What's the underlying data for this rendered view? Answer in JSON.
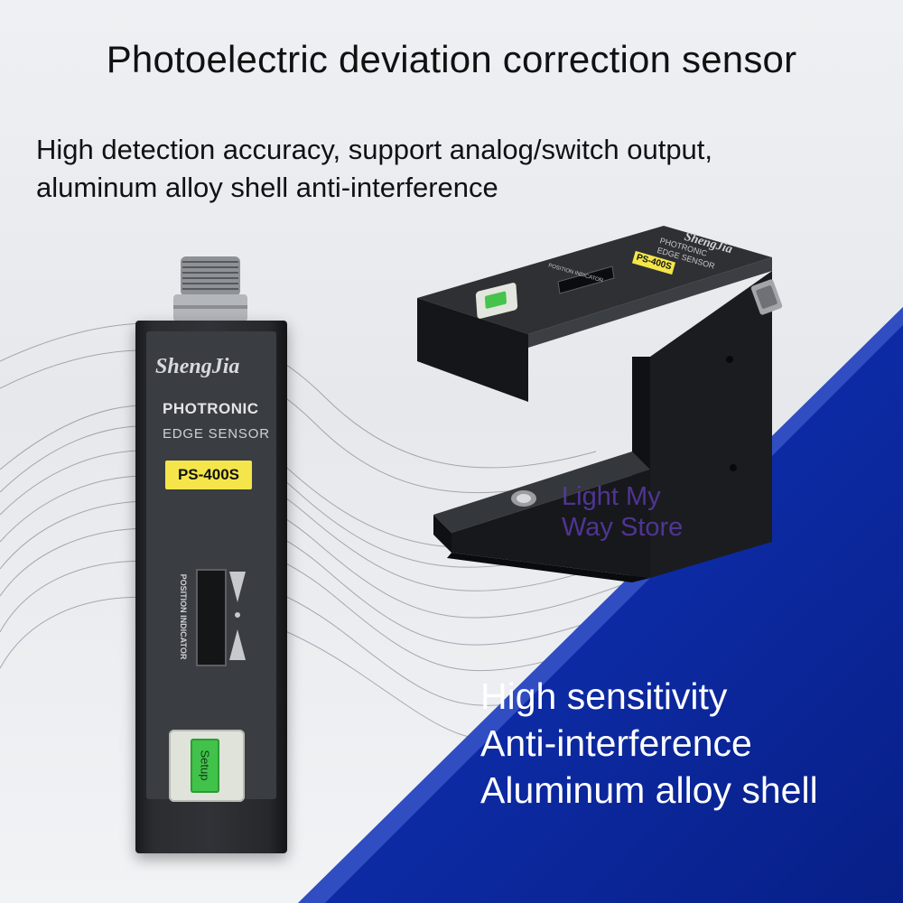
{
  "header": {
    "title": "Photoelectric deviation correction sensor",
    "subtitle_lines": [
      "High detection accuracy, support analog/switch output,",
      "aluminum alloy shell anti-interference"
    ]
  },
  "features": [
    "High sensitivity",
    "Anti-interference",
    "Aluminum alloy shell"
  ],
  "watermark_lines": [
    "Light My",
    "Way Store"
  ],
  "sensor_vertical": {
    "brand": "ShengJia",
    "line1": "PHOTRONIC",
    "line2": "EDGE SENSOR",
    "model": "PS-400S",
    "position_label": "POSITION INDICATOR",
    "setup_label": "Setup"
  },
  "sensor_u": {
    "brand": "ShengJia",
    "line1": "PHOTRONIC",
    "line2": "EDGE SENSOR",
    "model": "PS-400S",
    "position_label": "POSITION INDICATOR"
  },
  "colors": {
    "blue_panel": "#0c2fb8",
    "blue_panel_dark": "#071f86",
    "model_label_yellow": "#f4e64a",
    "setup_green": "#41c24a",
    "sensor_body": "#2b2d31"
  }
}
